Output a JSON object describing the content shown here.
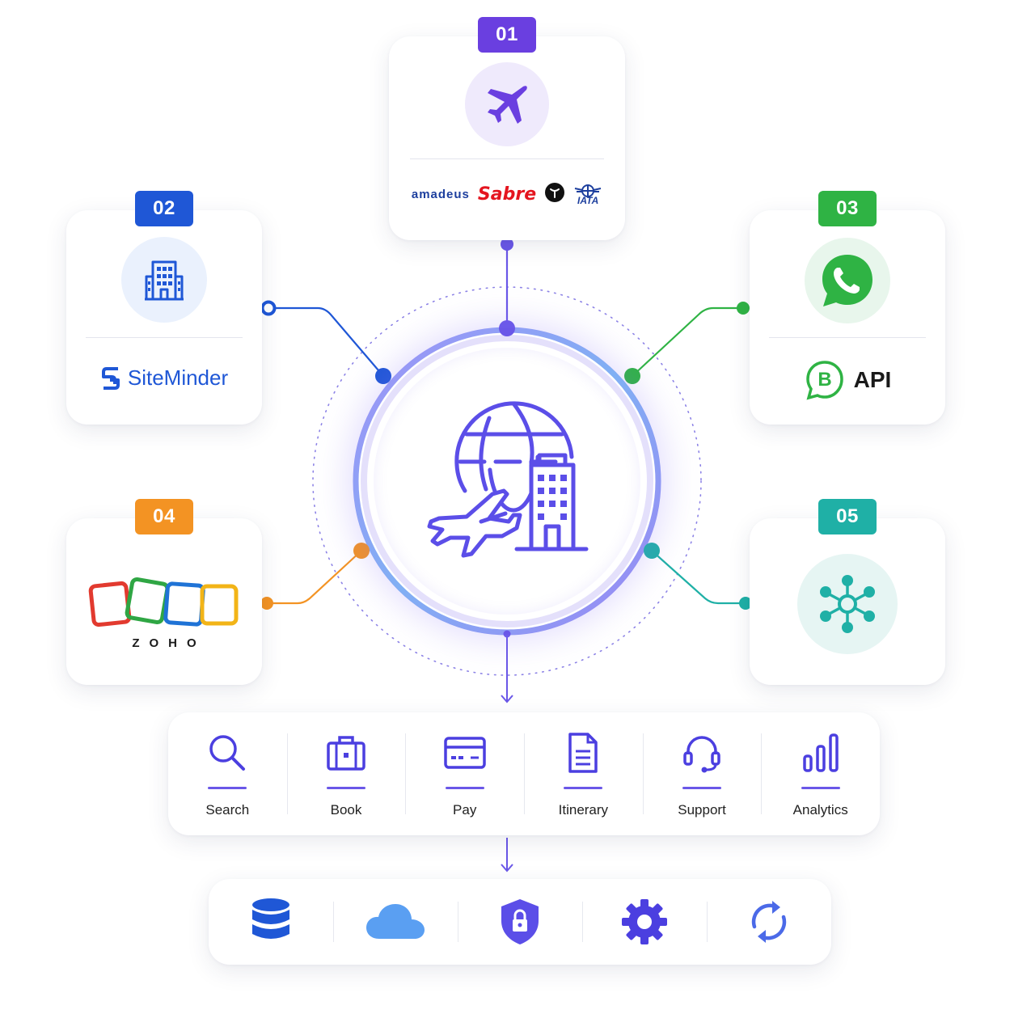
{
  "colors": {
    "purple": "#6a57e8",
    "blue": "#1f57d6",
    "green": "#2fb344",
    "orange": "#f39323",
    "teal": "#1fb0a6"
  },
  "cards": [
    {
      "number": "01",
      "icon": "airplane-icon",
      "logos": [
        "amadeus",
        "Sabre",
        "IATA"
      ],
      "logo_text": {
        "amadeus": "amadeus",
        "sabre": "Sabre",
        "iata": "IATA"
      }
    },
    {
      "number": "02",
      "icon": "hotel-building-icon",
      "logo_text": "SiteMinder"
    },
    {
      "number": "03",
      "icon": "whatsapp-icon",
      "logo_text": "API"
    },
    {
      "number": "04",
      "icon": "zoho-logo",
      "logo_text": "ZOHO"
    },
    {
      "number": "05",
      "icon": "network-hub-icon"
    }
  ],
  "hub": {
    "icon": "globe-plane-hotel-icon"
  },
  "features": [
    {
      "label": "Search",
      "icon": "search-icon"
    },
    {
      "label": "Book",
      "icon": "briefcase-icon"
    },
    {
      "label": "Pay",
      "icon": "card-icon"
    },
    {
      "label": "Itinerary",
      "icon": "document-icon"
    },
    {
      "label": "Support",
      "icon": "headset-icon"
    },
    {
      "label": "Analytics",
      "icon": "bar-chart-icon"
    }
  ],
  "infrastructure": [
    {
      "icon": "database-icon"
    },
    {
      "icon": "cloud-icon"
    },
    {
      "icon": "shield-lock-icon"
    },
    {
      "icon": "gear-icon"
    },
    {
      "icon": "sync-icon"
    }
  ]
}
